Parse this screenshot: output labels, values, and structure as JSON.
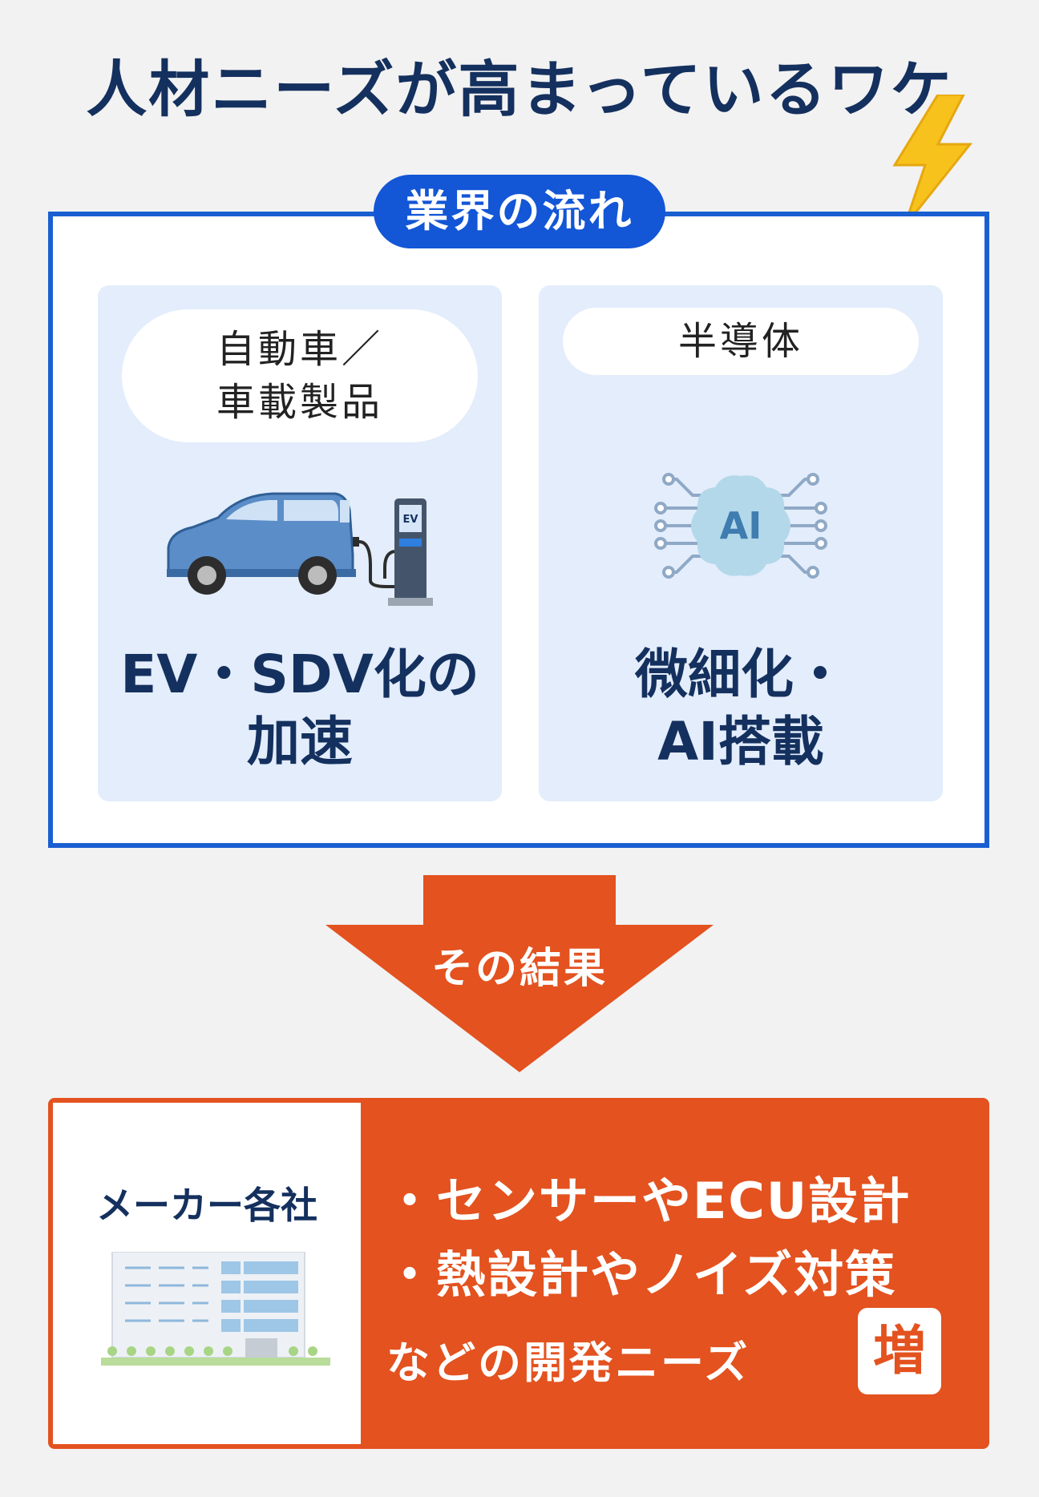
{
  "title": "人材ニーズが高まっているワケ",
  "trend": {
    "tag": "業界の流れ",
    "cards": [
      {
        "category_line1": "自動車／",
        "category_line2": "車載製品",
        "main_line1": "EV・SDV化の",
        "main_line2": "加速"
      },
      {
        "category": "半導体",
        "main_line1": "微細化・",
        "main_line2": "AI搭載",
        "chip_label": "AI"
      }
    ]
  },
  "arrow_label": "その結果",
  "result": {
    "maker_label": "メーカー各社",
    "bullets": [
      "・センサーやECU設計",
      "・熱設計やノイズ対策"
    ],
    "needs_text": "などの開発ニーズ",
    "increase_badge": "増"
  },
  "colors": {
    "navy": "#14305e",
    "blue": "#1356d6",
    "orange": "#e3521f",
    "card_bg": "#e3edfb"
  },
  "icons": [
    "lightning-icon",
    "electric-car-icon",
    "ev-charger-icon",
    "ai-chip-icon",
    "office-building-icon"
  ]
}
